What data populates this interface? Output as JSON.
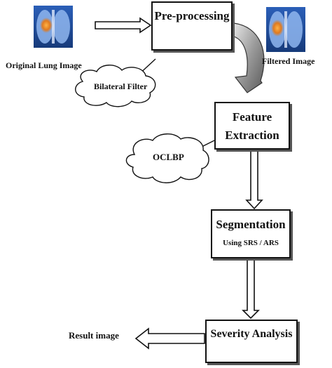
{
  "diagram": {
    "nodes": {
      "original_image": {
        "label": "Original Lung Image"
      },
      "preprocessing": {
        "title": "Pre-processing"
      },
      "filtered_image": {
        "label": "Filtered Image"
      },
      "bilateral_filter": {
        "label": "Bilateral Filter"
      },
      "feature_extraction": {
        "title_line1": "Feature",
        "title_line2": "Extraction"
      },
      "oclbp": {
        "label": "OCLBP"
      },
      "segmentation": {
        "title": "Segmentation",
        "subtitle": "Using SRS / ARS"
      },
      "severity_analysis": {
        "title": "Severity Analysis"
      },
      "result_image": {
        "label": "Result image"
      }
    },
    "edges": [
      {
        "from": "original_image",
        "to": "preprocessing"
      },
      {
        "from": "preprocessing",
        "to": "feature_extraction"
      },
      {
        "from": "feature_extraction",
        "to": "segmentation"
      },
      {
        "from": "segmentation",
        "to": "severity_analysis"
      },
      {
        "from": "severity_analysis",
        "to": "result_image"
      }
    ],
    "colors": {
      "stroke": "#111111",
      "cloud_fill": "#ffffff",
      "curved_arrow_fill": "#9a9a9a"
    }
  }
}
